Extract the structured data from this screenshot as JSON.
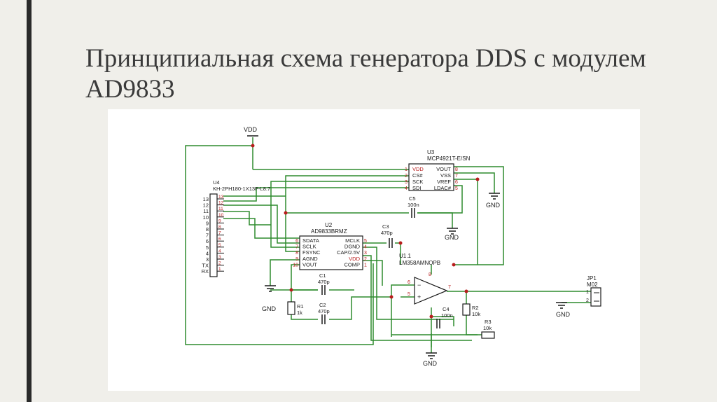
{
  "slide": {
    "title": "Принципиальная схема генератора DDS с модулем AD9833"
  },
  "colors": {
    "wire": "#2e8b2e",
    "net": "#1a1a1a",
    "junction": "#b81c1c",
    "pin_number": "#b81c1c",
    "accent_bar": "#2a2a2a",
    "title": "#3a3a3a"
  },
  "schematic": {
    "supply": {
      "vdd": "VDD",
      "gnd": "GND"
    },
    "u3": {
      "ref": "U3",
      "part": "MCP4921T-E/SN",
      "left_pins": [
        {
          "num": "1",
          "name": "VDD"
        },
        {
          "num": "2",
          "name": "CS#"
        },
        {
          "num": "3",
          "name": "SCK"
        },
        {
          "num": "4",
          "name": "SDI"
        }
      ],
      "right_pins": [
        {
          "num": "8",
          "name": "VOUT"
        },
        {
          "num": "7",
          "name": "VSS"
        },
        {
          "num": "6",
          "name": "VREF"
        },
        {
          "num": "5",
          "name": "LDAC#"
        }
      ]
    },
    "u4": {
      "ref": "U4",
      "part": "KH-2PH180-1X13P-L8.7",
      "pins": [
        {
          "num": "13",
          "label": "13"
        },
        {
          "num": "12",
          "label": "12"
        },
        {
          "num": "11",
          "label": "11"
        },
        {
          "num": "10",
          "label": "10"
        },
        {
          "num": "9",
          "label": "9"
        },
        {
          "num": "8",
          "label": "8"
        },
        {
          "num": "7",
          "label": "7"
        },
        {
          "num": "6",
          "label": "6"
        },
        {
          "num": "5",
          "label": "5"
        },
        {
          "num": "4",
          "label": "4"
        },
        {
          "num": "3",
          "label": "3"
        },
        {
          "num": "2",
          "label": "TX"
        },
        {
          "num": "1",
          "label": "RX"
        }
      ]
    },
    "u2": {
      "ref": "U2",
      "part": "AD9833BRMZ",
      "left_pins": [
        {
          "num": "6",
          "name": "SDATA"
        },
        {
          "num": "7",
          "name": "SCLK"
        },
        {
          "num": "8",
          "name": "FSYNC"
        },
        {
          "num": "9",
          "name": "AGND"
        },
        {
          "num": "10",
          "name": "VOUT"
        }
      ],
      "right_pins": [
        {
          "num": "5",
          "name": "MCLK"
        },
        {
          "num": "4",
          "name": "DGND"
        },
        {
          "num": "3",
          "name": "CAP/2.5V"
        },
        {
          "num": "2",
          "name": "VDD"
        },
        {
          "num": "1",
          "name": "COMP"
        }
      ]
    },
    "u1": {
      "ref": "U1.1",
      "part": "LM358AMNOPB",
      "pins": {
        "inv": "6",
        "noninv": "5",
        "out": "7",
        "top": "8"
      },
      "signs": {
        "inv": "−",
        "noninv": "+"
      }
    },
    "jp1": {
      "ref": "JP1",
      "part": "M02",
      "pins": [
        "1",
        "2"
      ]
    },
    "passives": [
      {
        "ref": "C1",
        "value": "470p"
      },
      {
        "ref": "C2",
        "value": "470p"
      },
      {
        "ref": "C3",
        "value": "470p"
      },
      {
        "ref": "C4",
        "value": "100n"
      },
      {
        "ref": "C5",
        "value": "100n"
      },
      {
        "ref": "R1",
        "value": "1k"
      },
      {
        "ref": "R2",
        "value": "10k"
      },
      {
        "ref": "R3",
        "value": "10k"
      }
    ]
  }
}
